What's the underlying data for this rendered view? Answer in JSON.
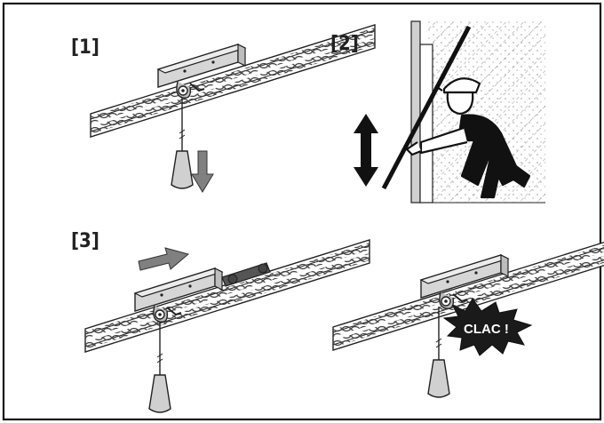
{
  "steps": {
    "step1": "[1]",
    "step2": "[2]",
    "step3": "[3]"
  },
  "sound_effect": "CLAC !",
  "colors": {
    "outline": "#222222",
    "rail_fill": "#ffffff",
    "carriage_fill": "#d4d4d4",
    "chain": "#555555",
    "arrow": "#7f7f7f",
    "weight": "#cfcfcf",
    "wall_hatch": "#9a9a9a",
    "door_frame": "#cfcfcf",
    "clac_burst": "#1a1a1a"
  },
  "icons": {
    "pull_down": "arrow-down-icon",
    "up_down": "double-arrow-icon",
    "push_right": "arrow-right-icon",
    "worker": "worker-icon",
    "burst": "burst-icon"
  }
}
